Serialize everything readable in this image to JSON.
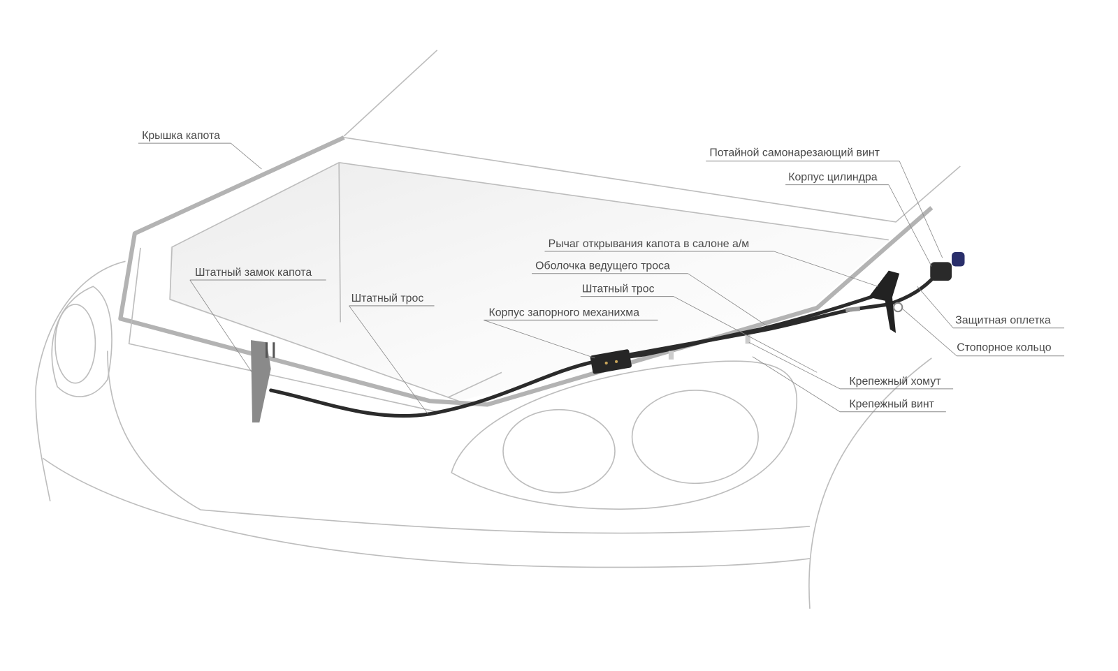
{
  "title": "Схема установки замка капота",
  "labels": {
    "hood_cover": "Крышка капота",
    "stock_hood_lock": "Штатный замок капота",
    "stock_cable_1": "Штатный трос",
    "lock_mechanism_housing": "Корпус запорного механихма",
    "release_lever": "Рычаг открывания капота в салоне а/м",
    "drive_cable_sheath": "Оболочка ведущего троса",
    "stock_cable_2": "Штатный трос",
    "countersunk_screw": "Потайной самонарезающий винт",
    "cylinder_housing": "Корпус цилиндра",
    "protective_braid": "Защитная оплетка",
    "retaining_ring": "Стопорное кольцо",
    "mounting_clamp": "Крепежный хомут",
    "mounting_screw": "Крепежный винт"
  },
  "colors": {
    "key": "#2a2f6b",
    "cable": "#2b2b2b",
    "outline": "#bdbdbd"
  }
}
